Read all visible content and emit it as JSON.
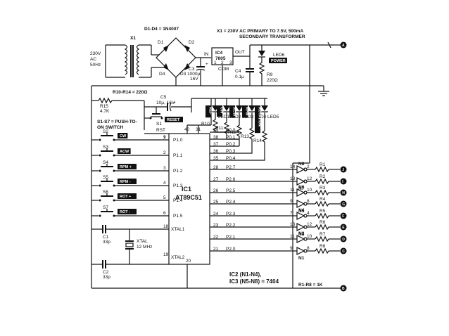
{
  "transformer": {
    "ref": "X1",
    "primary_label": [
      "230V",
      "AC",
      "50Hz"
    ],
    "note_line1": "X1 = 230V AC PRIMARY TO 7.5V, 500mA",
    "note_line2": "SECONDARY TRANSFORMER"
  },
  "bridge": {
    "label": "D1-D4 = 1N4007",
    "diodes": [
      "D1",
      "D2",
      "D3",
      "D4"
    ]
  },
  "regulator": {
    "ref": "IC4",
    "part": "7805",
    "pin_in": "IN",
    "pin_out": "OUT",
    "pin_com": "COM",
    "pin1": "1",
    "pin2": "2",
    "pin3": "3"
  },
  "caps": {
    "c3": {
      "ref": "C3",
      "value": "1000μ",
      "volt": "16V",
      "sign": "+"
    },
    "c4": {
      "ref": "C4",
      "value": "0.1μ"
    },
    "c5": {
      "ref": "C5",
      "value": "10μ, 16V",
      "sign": "+"
    },
    "c1": {
      "ref": "C1",
      "value": "33p"
    },
    "c2": {
      "ref": "C2",
      "value": "33p"
    }
  },
  "power_led": {
    "ref": "LED6",
    "tag": "POWER",
    "resistor": "R9",
    "resistor_value": "220Ω"
  },
  "resistor_notes": {
    "r10_r14": "R10-R14 = 220Ω",
    "r1_r8": "R1-R8 = 1K"
  },
  "r15": {
    "ref": "R15",
    "value": "4.7K"
  },
  "switch_note": [
    "S1-S7 = PUSH-TO-",
    "ON SWITCH"
  ],
  "reset_switch": {
    "ref": "S1",
    "tag": "RESET"
  },
  "switches": [
    {
      "ref": "S2",
      "tag": "CW"
    },
    {
      "ref": "S3",
      "tag": "ACW"
    },
    {
      "ref": "S4",
      "tag": "RPM +"
    },
    {
      "ref": "S5",
      "tag": "RPM -"
    },
    {
      "ref": "S6",
      "tag": "ROT +"
    },
    {
      "ref": "S7",
      "tag": "ROT -"
    }
  ],
  "mcu": {
    "ref": "IC1",
    "part": "AT89C51",
    "top_pins": [
      "40",
      "31"
    ],
    "rst_label": "RST",
    "rst_pin": "9",
    "bottom_pin": "20",
    "left_pins": [
      {
        "num": "1",
        "name": "P1.0"
      },
      {
        "num": "2",
        "name": "P1.1"
      },
      {
        "num": "3",
        "name": "P1.2"
      },
      {
        "num": "4",
        "name": "P1.3"
      },
      {
        "num": "5",
        "name": "P1.4"
      },
      {
        "num": "6",
        "name": "P1.5"
      }
    ],
    "xtal_pins": [
      {
        "num": "18",
        "name": "XTAL1"
      },
      {
        "num": "19",
        "name": "XTAL2"
      }
    ],
    "p0_pins": [
      {
        "num": "39",
        "name": "P0.0"
      },
      {
        "num": "38",
        "name": "P0.1"
      },
      {
        "num": "37",
        "name": "P0.2"
      },
      {
        "num": "36",
        "name": "P0.3"
      },
      {
        "num": "35",
        "name": "P0.4"
      }
    ],
    "p2_pins": [
      {
        "num": "28",
        "name": "P2.7"
      },
      {
        "num": "27",
        "name": "P2.6"
      },
      {
        "num": "26",
        "name": "P2.5"
      },
      {
        "num": "25",
        "name": "P2.4"
      },
      {
        "num": "24",
        "name": "P2.3"
      },
      {
        "num": "23",
        "name": "P2.2"
      },
      {
        "num": "22",
        "name": "P2.1"
      },
      {
        "num": "21",
        "name": "P2.0"
      }
    ]
  },
  "crystal": {
    "ref": "XTAL",
    "freq": "12 MHz"
  },
  "status_leds": [
    {
      "ref": "LED1",
      "tag": "REF",
      "res": "R10"
    },
    {
      "ref": "LED2",
      "tag": "CW",
      "res": "R11"
    },
    {
      "ref": "LED3",
      "tag": "ACW",
      "res": "R12"
    },
    {
      "ref": "LED4",
      "tag": "RPM",
      "res": "R13"
    },
    {
      "ref": "LED5",
      "tag": "ROTATION",
      "res": "R14"
    }
  ],
  "gates": [
    {
      "ref": "N8",
      "in": "14",
      "out": "2",
      "res": "R1",
      "term": "J"
    },
    {
      "ref": "N7",
      "in": "13",
      "out": "12",
      "res": "R2",
      "term": "I"
    },
    {
      "ref": "N6",
      "in": "11",
      "out": "10",
      "res": "R3",
      "term": "H"
    },
    {
      "ref": "N5",
      "in": "9",
      "out": "8",
      "res": "R4",
      "term": "G"
    },
    {
      "ref": "N4",
      "in": "7",
      "out": "4",
      "res": "R5",
      "term": "F"
    },
    {
      "ref": "N3",
      "in": "13",
      "out": "12",
      "res": "R6",
      "term": "E"
    },
    {
      "ref": "N2",
      "in": "11",
      "out": "10",
      "res": "R7",
      "term": "D"
    },
    {
      "ref": "N1",
      "in": "9",
      "out": "8",
      "res": "R8",
      "term": "C"
    }
  ],
  "gate_notes": {
    "line1": "IC2 (N1-N4),",
    "line2": "IC3 (N5-N8) = 7404"
  },
  "rail_terms": {
    "top": "A",
    "bottom": "B"
  }
}
